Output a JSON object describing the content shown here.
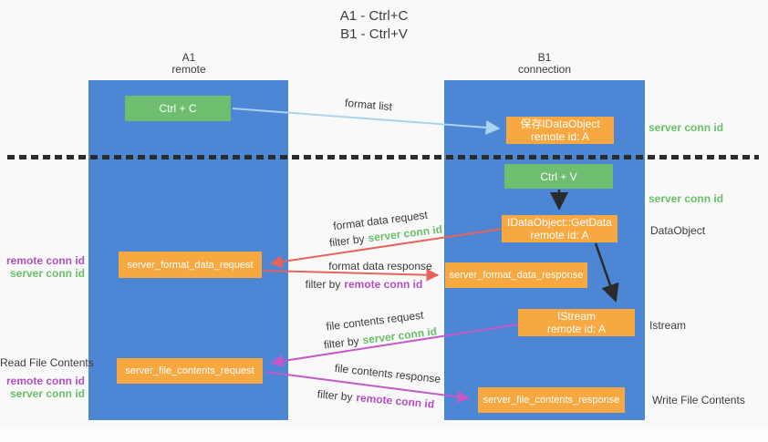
{
  "title": {
    "line1": "A1 - Ctrl+C",
    "line2": "B1 - Ctrl+V"
  },
  "lanes": {
    "left": {
      "id": "A1",
      "subtitle": "remote"
    },
    "right": {
      "id": "B1",
      "subtitle": "connection"
    }
  },
  "nodes": {
    "ctrl_c": "Ctrl + C",
    "ctrl_v": "Ctrl + V",
    "save_dataobject_line1": "保存IDataObject",
    "save_dataobject_line2": "remote id: A",
    "getdata_line1": "IDataObject::GetData",
    "getdata_line2": "remote id: A",
    "istream_line1": "IStream",
    "istream_line2": "remote id: A",
    "server_format_data_request": "server_format_data_request",
    "server_format_data_response": "server_format_data_response",
    "server_file_contents_request": "server_file_contents_request",
    "server_file_contents_response": "server_file_contents_response"
  },
  "arrows": {
    "format_list": "format list",
    "format_data_request": "format data request",
    "format_data_response": "format data response",
    "file_contents_request": "file contents request",
    "file_contents_response": "file contents response",
    "filter_by": "filter by",
    "server_conn_id": "server conn id",
    "remote_conn_id": "remote conn id"
  },
  "side_labels": {
    "server_conn_id_top": "server conn id",
    "server_conn_id_mid": "server conn id",
    "dataobject": "DataObject",
    "istream": "Istream",
    "write_file_contents": "Write File Contents",
    "read_file_contents": "Read File Contents",
    "remote_conn_id_format": "remote conn id",
    "server_conn_id_format": "server conn id",
    "remote_conn_id_file": "remote conn id",
    "server_conn_id_file": "server conn id"
  },
  "colors": {
    "background": "#f9f9f9",
    "lane_blue": "#4c86d4",
    "node_green": "#6fbe70",
    "node_orange": "#f8a840",
    "arrow_light_blue": "#aad3f0",
    "arrow_red": "#e8635c",
    "arrow_magenta": "#c35ac8",
    "arrow_black": "#2b2b2b",
    "text_green": "#6abf69",
    "text_purple": "#b44ec4",
    "text_dark": "#3b3b3b"
  }
}
